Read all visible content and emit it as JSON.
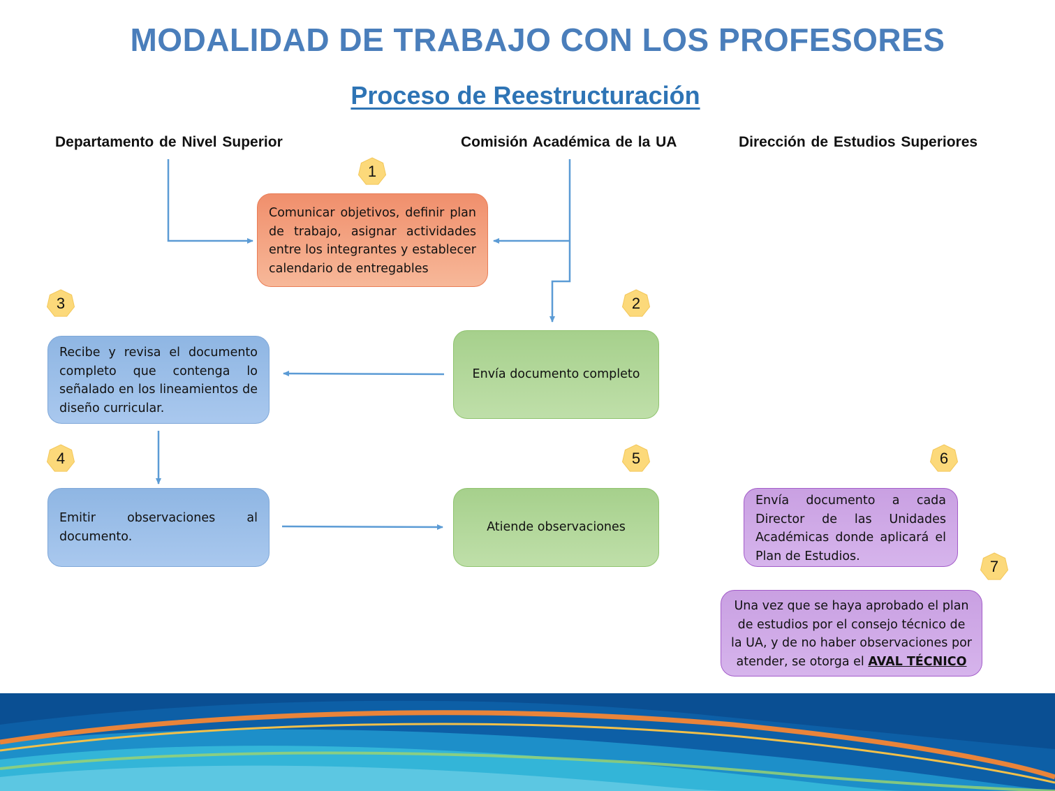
{
  "title": "MODALIDAD DE TRABAJO CON LOS PROFESORES",
  "subtitle": "Proceso de Reestructuración",
  "lanes": {
    "left": "Departamento  de Nivel Superior",
    "middle": "Comisión  Académica de la UA",
    "right": "Dirección  de Estudios  Superiores"
  },
  "steps": {
    "s1": {
      "number": "1",
      "text": "Comunicar objetivos, definir plan de trabajo, asignar actividades entre los integrantes y establecer calendario de entregables"
    },
    "s2": {
      "number": "2",
      "text": "Envía documento completo"
    },
    "s3": {
      "number": "3",
      "text": "Recibe y revisa el documento completo que contenga lo señalado en los lineamientos de diseño curricular."
    },
    "s4": {
      "number": "4",
      "text": "Emitir observaciones al documento."
    },
    "s5": {
      "number": "5",
      "text": "Atiende observaciones"
    },
    "s6": {
      "number": "6",
      "text": "Envía documento a cada Director de las Unidades Académicas donde aplicará el Plan de Estudios."
    },
    "s7": {
      "number": "7",
      "text": "Una vez que se haya aprobado el plan de estudios por el consejo técnico de la UA, y de no haber observaciones por atender, se otorga el",
      "emphasis": "AVAL TÉCNICO"
    }
  },
  "colors": {
    "title": "#4a7ebb",
    "subtitle": "#2e74b5",
    "arrow": "#5b9bd5",
    "badge": "#fcd97a",
    "orange_box": "#f4a07f",
    "blue_box": "#9dbfe8",
    "green_box": "#b3d89c",
    "purple_box": "#cfa8e8"
  }
}
